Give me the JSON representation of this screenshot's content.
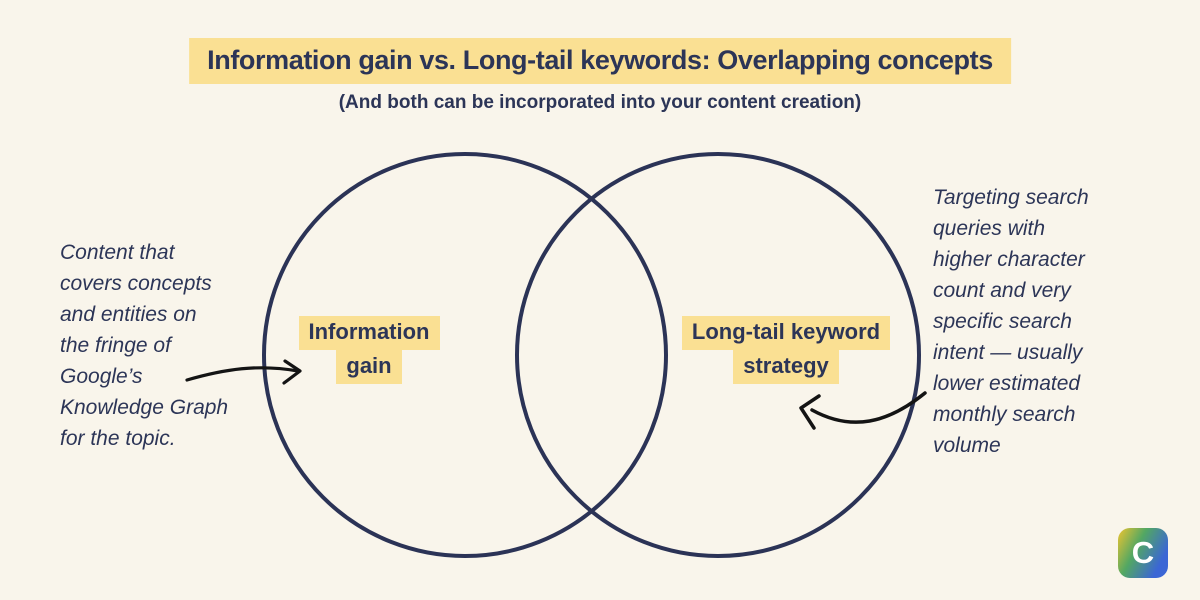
{
  "header": {
    "title": "Information gain vs. Long-tail keywords: Overlapping concepts",
    "subtitle": "(And both can be incorporated into your content creation)"
  },
  "venn": {
    "left_label_lines": [
      "Information",
      "gain"
    ],
    "right_label_lines": [
      "Long-tail keyword",
      "strategy"
    ],
    "left_annotation": "Content that\ncovers concepts\nand entities on\nthe fringe of\nGoogle’s\nKnowledge Graph\nfor the topic.",
    "right_annotation": "Targeting search\nqueries with\nhigher character\ncount and very\nspecific search\nintent — usually\nlower estimated\nmonthly search\nvolume"
  },
  "logo": {
    "letter": "C"
  },
  "colors": {
    "background": "#f9f5eb",
    "navy_text": "#2c3557",
    "circle_stroke": "#2b3356",
    "highlight_yellow": "#fae093",
    "arrow_black": "#141414",
    "logo_gradient": [
      "#edc430",
      "#52a763",
      "#3b66d5"
    ],
    "logo_letter": "#ffffff"
  }
}
